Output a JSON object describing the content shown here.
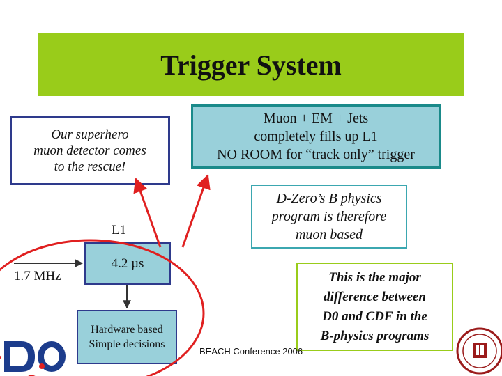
{
  "slide": {
    "title": "Trigger System",
    "hero_box": {
      "lines": [
        "Our superhero",
        "muon detector comes",
        "to the rescue!"
      ]
    },
    "muon_box": {
      "lines": [
        "Muon + EM + Jets",
        "completely fills up L1",
        "NO ROOM for “track only” trigger"
      ]
    },
    "dzero_box": {
      "lines": [
        "D-Zero’s B physics",
        "program is therefore",
        "muon based"
      ]
    },
    "major_box": {
      "lines": [
        "This is the major",
        "difference between",
        "D0 and CDF in the",
        "B-physics programs"
      ]
    },
    "diagram": {
      "l1_label": "L1",
      "rate_label": "1.7 MHz",
      "latency_label": "4.2 µs",
      "hardware_box": {
        "lines": [
          "Hardware based",
          "Simple decisions"
        ]
      }
    },
    "footer": "BEACH Conference 2006",
    "colors": {
      "title_bar": "#99cc1a",
      "box_fill": "#99d0da",
      "arrow": "#e02020",
      "box_border": "#2e3a8c"
    },
    "logos": {
      "left": "d0-logo",
      "right": "university-seal"
    }
  }
}
